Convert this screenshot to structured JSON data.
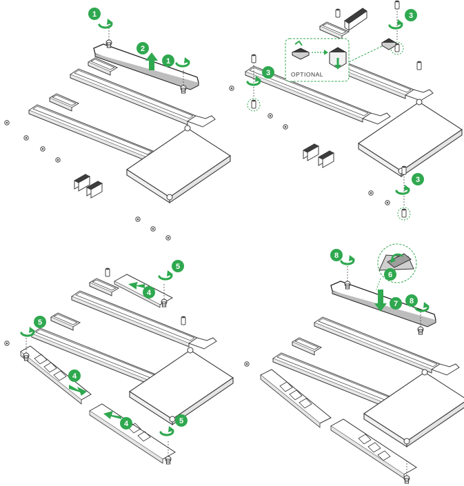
{
  "colors": {
    "accent": "#2fa84f",
    "outline": "#3a3a3a",
    "fill": "#ffffff",
    "dark_part": "#3d3d3d",
    "grey_part": "#cfcfcf"
  },
  "panels": [
    {
      "id": "remove-heatsink",
      "steps": [
        {
          "number": "1",
          "action": "unscrew"
        },
        {
          "number": "2",
          "action": "lift-heatsink"
        },
        {
          "number": "1",
          "action": "unscrew"
        }
      ],
      "icons": [
        "screw-icon",
        "arrow-up-icon",
        "curved-arrow-icon"
      ]
    },
    {
      "id": "install-standoffs",
      "optional_label": "OPTIONAL",
      "steps": [
        {
          "number": "3",
          "action": "screw-standoff"
        },
        {
          "number": "3",
          "action": "screw-standoff"
        },
        {
          "number": "3",
          "action": "screw-standoff"
        }
      ],
      "icons": [
        "standoff-icon",
        "rubber-pad-icon",
        "dotted-arrow-icon"
      ]
    },
    {
      "id": "insert-m2-cards",
      "steps": [
        {
          "number": "4",
          "action": "insert-card"
        },
        {
          "number": "4",
          "action": "insert-card"
        },
        {
          "number": "4",
          "action": "insert-card"
        },
        {
          "number": "5",
          "action": "secure-screw"
        },
        {
          "number": "5",
          "action": "secure-screw"
        },
        {
          "number": "5",
          "action": "secure-screw"
        }
      ],
      "icons": [
        "m2-ssd-icon",
        "arrow-right-icon",
        "screw-icon"
      ]
    },
    {
      "id": "reinstall-heatsink",
      "steps": [
        {
          "number": "6",
          "action": "peel-film"
        },
        {
          "number": "7",
          "action": "lower-heatsink"
        },
        {
          "number": "8",
          "action": "tighten-screw"
        },
        {
          "number": "8",
          "action": "tighten-screw"
        }
      ],
      "icons": [
        "protective-film-icon",
        "arrow-down-icon",
        "screw-icon"
      ]
    }
  ]
}
